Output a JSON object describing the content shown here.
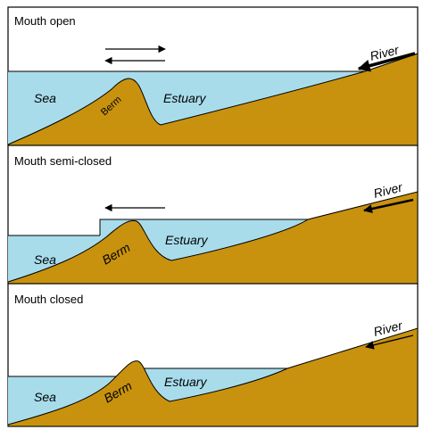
{
  "colors": {
    "water": "#a8dceb",
    "sand": "#c8920e",
    "stroke": "#000000"
  },
  "panels": [
    {
      "title": "Mouth open",
      "sea": "Sea",
      "berm": "Berm",
      "estuary": "Estuary",
      "river": "River",
      "flow": "two-way"
    },
    {
      "title": "Mouth semi-closed",
      "sea": "Sea",
      "berm": "Berm",
      "estuary": "Estuary",
      "river": "River",
      "flow": "outward"
    },
    {
      "title": "Mouth closed",
      "sea": "Sea",
      "berm": "Berm",
      "estuary": "Estuary",
      "river": "River",
      "flow": "none"
    }
  ]
}
